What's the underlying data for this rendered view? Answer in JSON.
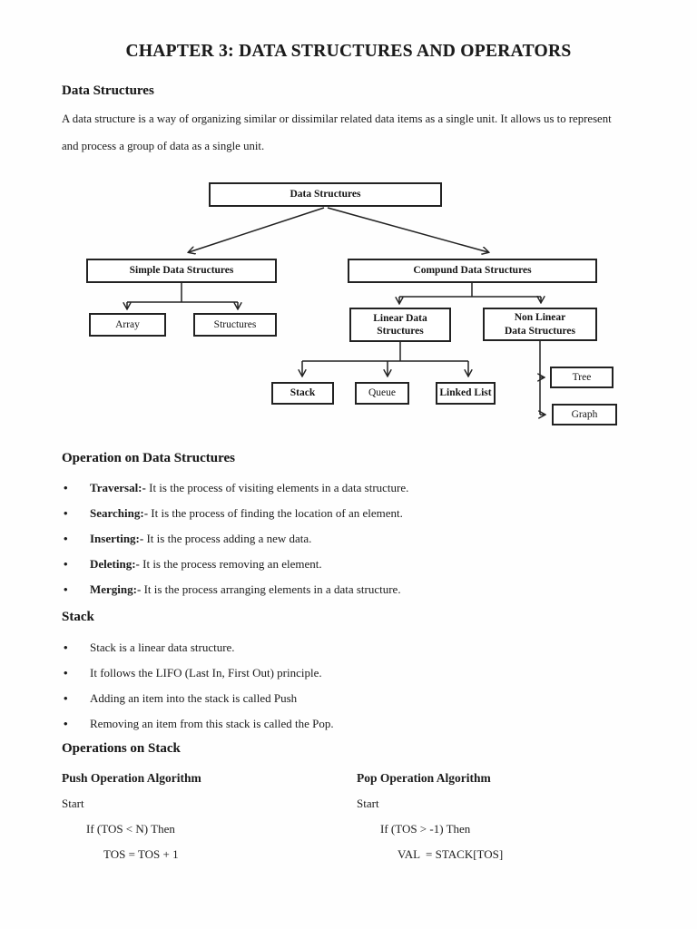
{
  "page": {
    "title": "CHAPTER 3: DATA STRUCTURES AND OPERATORS"
  },
  "glyphs": {
    "bullet": "•"
  },
  "intro": {
    "heading": "Data Structures",
    "line1": "A data structure is a way of organizing similar or dissimilar related data items as a single unit. It allows us to represent",
    "line2": "and process a group of data as a single unit."
  },
  "diagram": {
    "root": "Data Structures",
    "simple": "Simple Data Structures",
    "compound": "Compund Data Structures",
    "array": "Array",
    "structures": "Structures",
    "linear_line1": "Linear Data",
    "linear_line2": "Structures",
    "nonlinear_line1": "Non Linear",
    "nonlinear_line2": "Data Structures",
    "stack": "Stack",
    "queue": "Queue",
    "linked_list": "Linked List",
    "tree": "Tree",
    "graph": "Graph"
  },
  "operations": {
    "heading": "Operation on Data Structures",
    "items": [
      {
        "term": "Traversal:-",
        "rest": " It is the process of visiting elements in a data structure."
      },
      {
        "term": "Searching:-",
        "rest": " It is the process of finding the location of an element."
      },
      {
        "term": "Inserting:-",
        "rest": " It is the process adding a new data."
      },
      {
        "term": "Deleting:-",
        "rest": " It is the process removing an element."
      },
      {
        "term": "Merging:-",
        "rest": " It is the process arranging elements in a data structure."
      }
    ]
  },
  "stack_section": {
    "heading": "Stack",
    "items": [
      "Stack is a linear data structure.",
      "It follows the LIFO (Last In, First Out) principle.",
      "Adding an item into the stack is called Push",
      "Removing an item from this stack is called the Pop."
    ]
  },
  "stack_ops": {
    "heading": "Operations on Stack",
    "push": {
      "heading": "Push Operation Algorithm",
      "line1": "Start",
      "line2": "If (TOS < N) Then",
      "line3": "TOS = TOS + 1"
    },
    "pop": {
      "heading": "Pop Operation Algorithm",
      "line1": "Start",
      "line2": "If (TOS > -1) Then",
      "line3": "VAL  = STACK[TOS]"
    }
  }
}
